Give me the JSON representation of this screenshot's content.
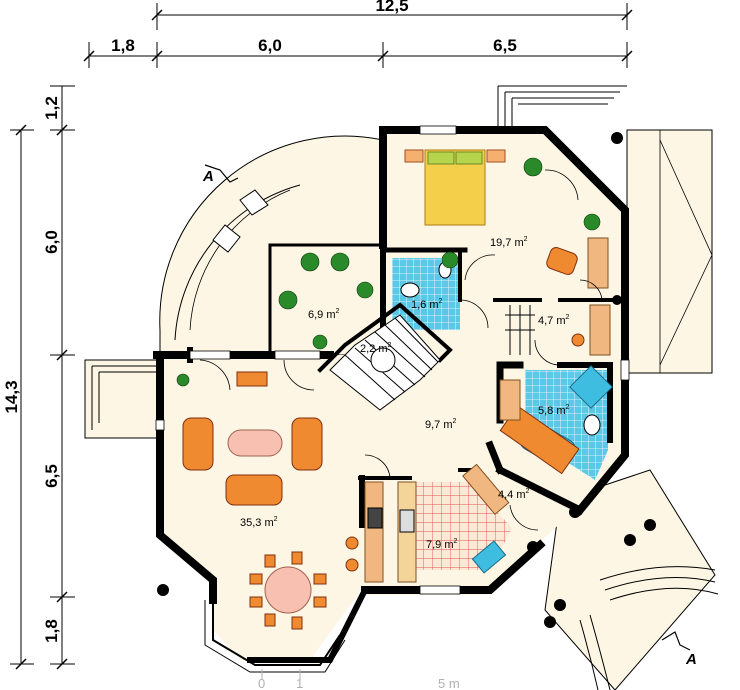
{
  "dimensions": {
    "top_total": "12,5",
    "top_segments": [
      "1,8",
      "6,0",
      "6,5"
    ],
    "left_total": "14,3",
    "left_segments": [
      "1,2",
      "6,0",
      "6,5",
      "1,8"
    ]
  },
  "rooms": {
    "bedroom": "19,7 m",
    "winter_garden": "6,9 m",
    "toilet": "1,6 m",
    "wardrobe": "4,7 m",
    "stair_hall": "2,2 m",
    "hall": "9,7 m",
    "bathroom": "5,8 m",
    "utility": "4,4 m",
    "living": "35,3 m",
    "kitchen": "7,9 m"
  },
  "area_unit_sup": "2",
  "scale_bar": {
    "zero": "0",
    "one": "1",
    "five": "5 m"
  },
  "section_marks": {
    "top_left": "A",
    "bottom_right": "A"
  },
  "colors": {
    "wall": "#000000",
    "floor": "#fdf6e4",
    "furniture_orange": "#f08a30",
    "bed_yellow": "#f4d04a",
    "tile_blue": "#3fbde0",
    "kitchen_tile": "#e06060",
    "plant_green": "#2a8a2a"
  }
}
